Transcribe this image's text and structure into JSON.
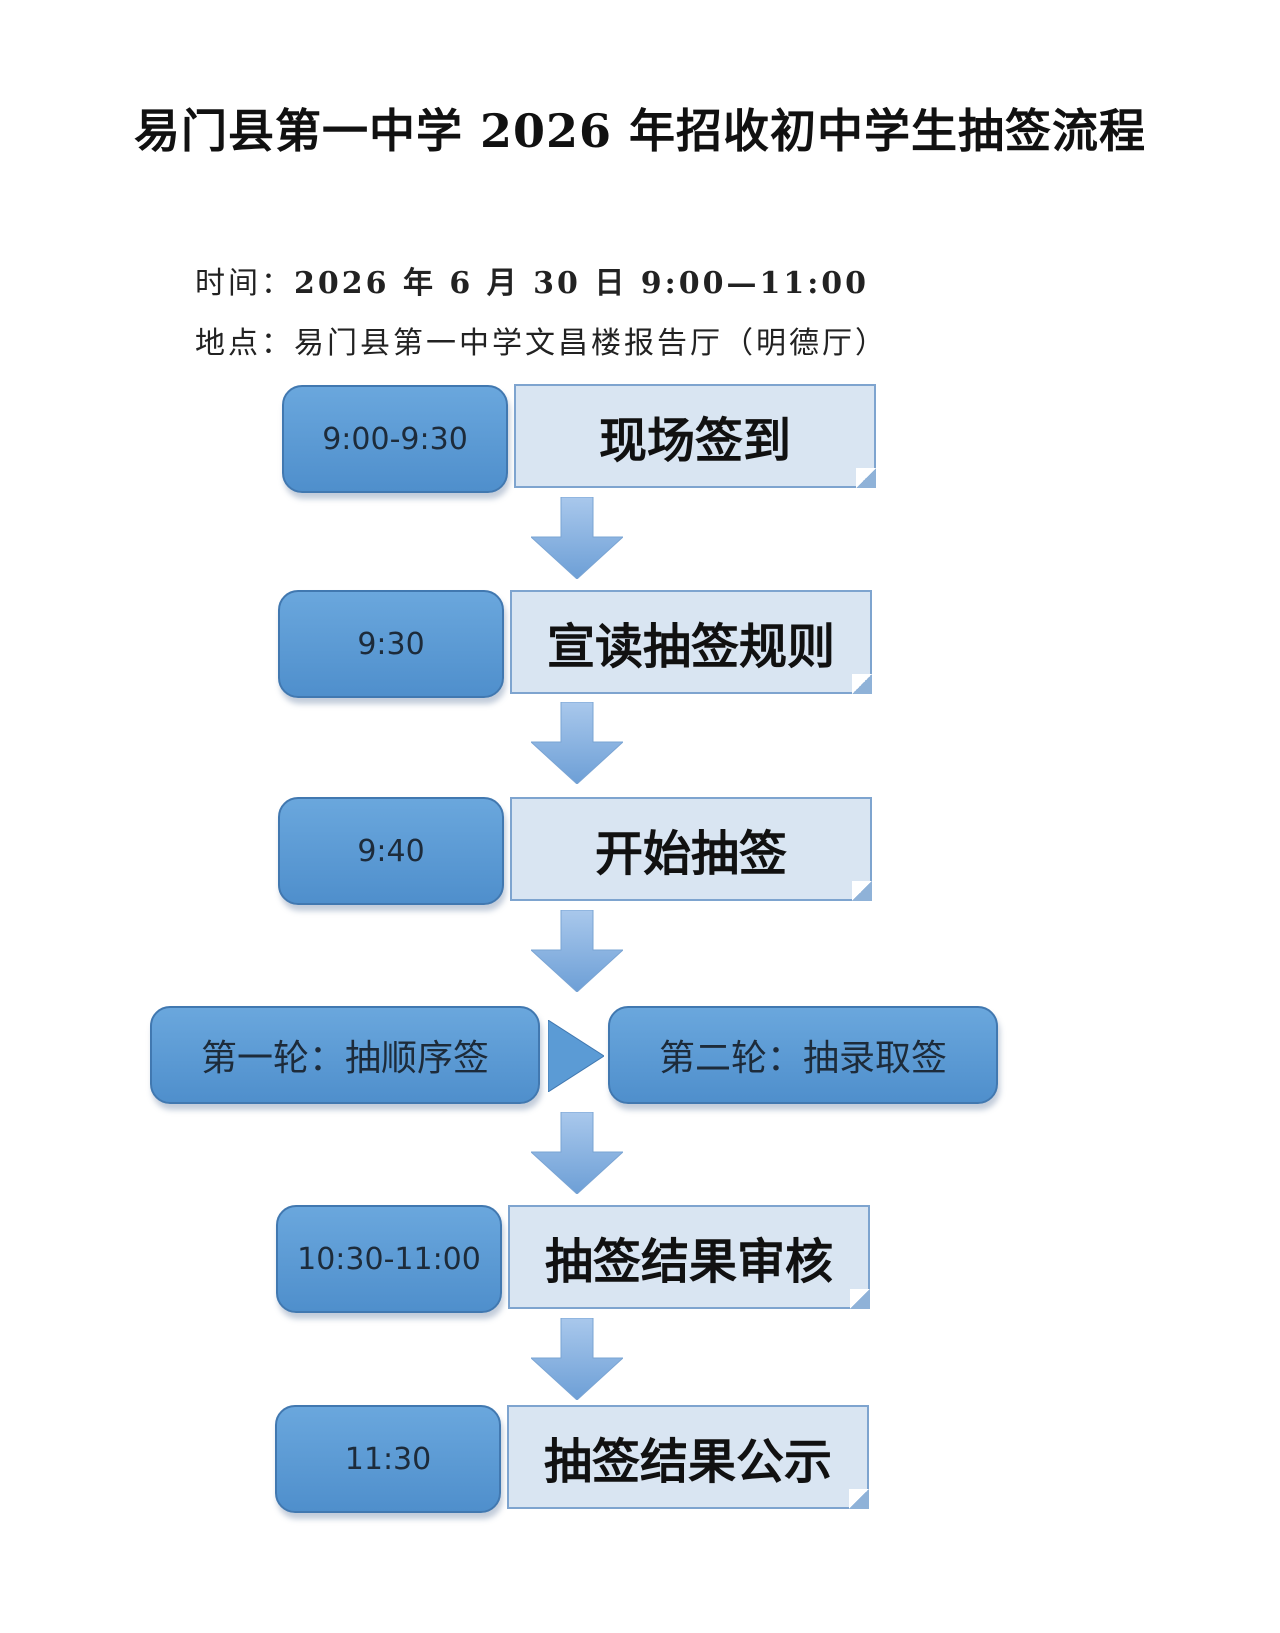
{
  "title": "易门县第一中学 2026 年招收初中学生抽签流程",
  "info": {
    "time_label": "时间：",
    "time_value": "2026 年 6 月 30 日 9:00—11:00",
    "place_label": "地点：",
    "place_value": "易门县第一中学文昌楼报告厅（明德厅）"
  },
  "steps": [
    {
      "time": "9:00-9:30",
      "label": "现场签到"
    },
    {
      "time": "9:30",
      "label": "宣读抽签规则"
    },
    {
      "time": "9:40",
      "label": "开始抽签"
    },
    {
      "time": "10:30-11:00",
      "label": "抽签结果审核"
    },
    {
      "time": "11:30",
      "label": "抽签结果公示"
    }
  ],
  "rounds": {
    "first": "第一轮：抽顺序签",
    "second": "第二轮：抽录取签"
  },
  "colors": {
    "time_box": "#5b9bd5",
    "step_box": "#d9e5f2",
    "arrow": "#8db4e2"
  }
}
